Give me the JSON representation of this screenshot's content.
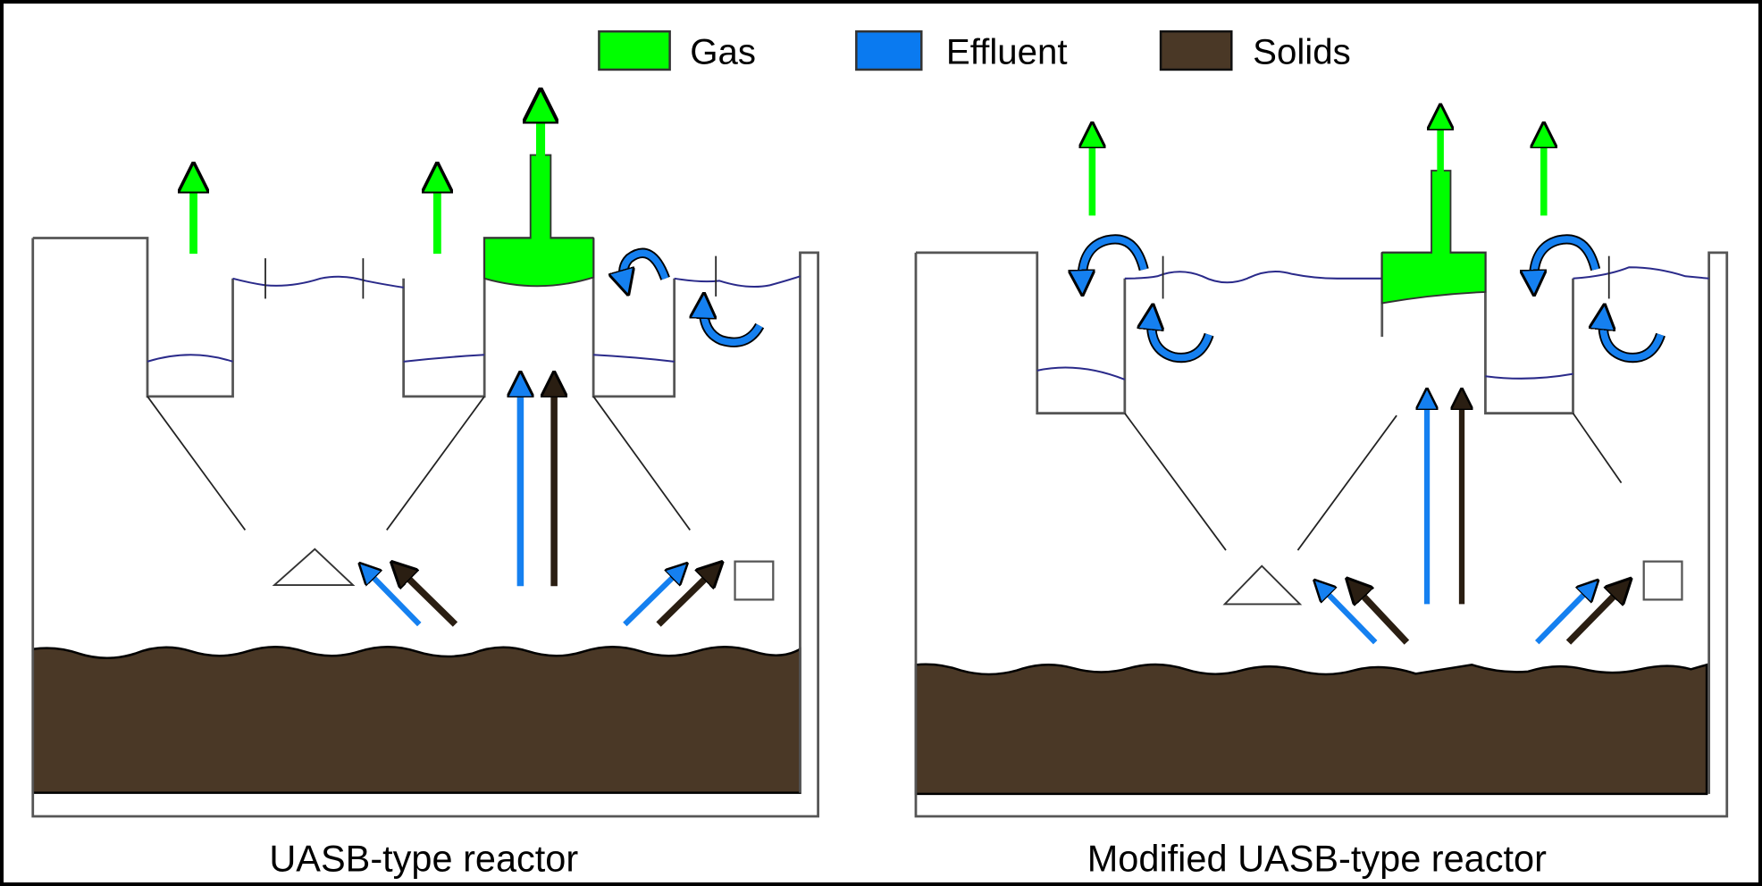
{
  "legend": {
    "items": [
      {
        "label": "Gas",
        "color": "#00ff00"
      },
      {
        "label": "Effluent",
        "color": "#0a7af0"
      },
      {
        "label": "Solids",
        "color": "#4a3826"
      }
    ]
  },
  "colors": {
    "gas": "#00ff00",
    "effluent": "#1580f0",
    "solids": "#4a3826",
    "wall": "#555555",
    "water_line": "#2a2a8a"
  },
  "diagrams": [
    {
      "caption": "UASB-type reactor"
    },
    {
      "caption": "Modified UASB-type reactor"
    }
  ]
}
